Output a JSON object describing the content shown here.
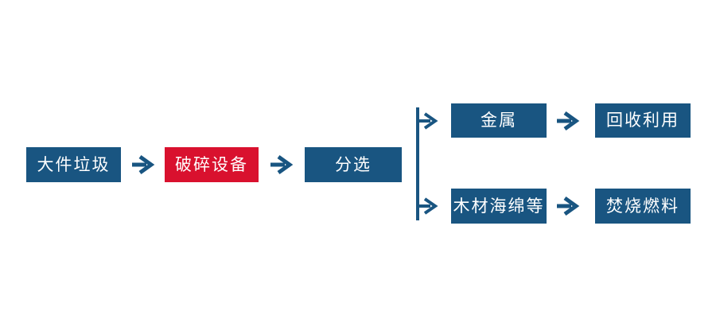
{
  "diagram": {
    "type": "flowchart",
    "background_color": "#ffffff",
    "colors": {
      "node_blue": "#195581",
      "node_red": "#d9112e",
      "arrow_blue": "#195581",
      "label_text": "#ffffff"
    },
    "nodes": {
      "bulky_waste": {
        "label": "大件垃圾",
        "color": "blue"
      },
      "crushing_equipment": {
        "label": "破碎设备",
        "color": "red"
      },
      "sorting": {
        "label": "分选",
        "color": "blue"
      },
      "metal": {
        "label": "金属",
        "color": "blue"
      },
      "recycling": {
        "label": "回收利用",
        "color": "blue"
      },
      "wood_sponge_etc": {
        "label": "木材海绵等",
        "color": "blue"
      },
      "incineration_fuel": {
        "label": "焚烧燃料",
        "color": "blue"
      }
    },
    "connections": [
      {
        "from": "大件垃圾",
        "to": "破碎设备"
      },
      {
        "from": "破碎设备",
        "to": "分选"
      },
      {
        "from": "分选",
        "to": "金属"
      },
      {
        "from": "分选",
        "to": "木材海绵等"
      },
      {
        "from": "金属",
        "to": "回收利用"
      },
      {
        "from": "木材海绵等",
        "to": "焚烧燃料"
      }
    ],
    "icons": {
      "arrow_right": "→"
    }
  }
}
